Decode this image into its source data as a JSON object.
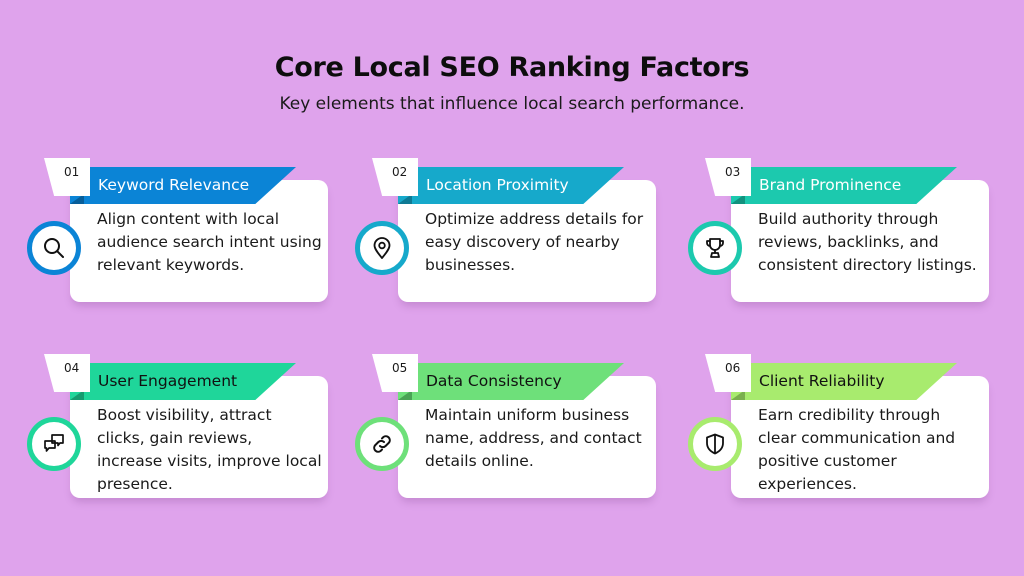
{
  "header": {
    "title": "Core Local SEO Ranking Factors",
    "subtitle": "Key elements that influence local search performance."
  },
  "colors": {
    "background": "#DFA3EC",
    "card": "#FFFFFF"
  },
  "factors": [
    {
      "number": "01",
      "title": "Keyword Relevance",
      "description": "Align content with local audience search intent using relevant keywords.",
      "icon": "search-icon",
      "color": "#0B84D6",
      "fold_color": "#075E9A",
      "title_color": "#FFFFFF"
    },
    {
      "number": "02",
      "title": "Location Proximity",
      "description": "Optimize address details for easy discovery of nearby businesses.",
      "icon": "map-pin-icon",
      "color": "#16A9CB",
      "fold_color": "#0E7A94",
      "title_color": "#FFFFFF"
    },
    {
      "number": "03",
      "title": "Brand Prominence",
      "description": "Build authority through reviews, backlinks, and consistent directory listings.",
      "icon": "trophy-icon",
      "color": "#1CC9AE",
      "fold_color": "#12927E",
      "title_color": "#FFFFFF"
    },
    {
      "number": "04",
      "title": "User Engagement",
      "description": "Boost visibility, attract clicks, gain reviews, increase visits, improve local presence.",
      "icon": "chat-bubbles-icon",
      "color": "#1FD69A",
      "fold_color": "#159B6F",
      "title_color": "#111111"
    },
    {
      "number": "05",
      "title": "Data Consistency",
      "description": "Maintain uniform business name, address, and contact details online.",
      "icon": "link-icon",
      "color": "#6EE07A",
      "fold_color": "#4AA355",
      "title_color": "#111111"
    },
    {
      "number": "06",
      "title": "Client Reliability",
      "description": "Earn credibility through clear communication and positive customer experiences.",
      "icon": "shield-icon",
      "color": "#A8EB6E",
      "fold_color": "#7AAF4E",
      "title_color": "#111111"
    }
  ]
}
